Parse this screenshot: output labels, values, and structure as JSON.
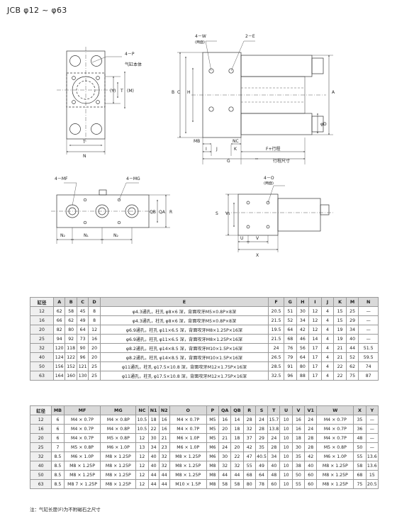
{
  "title": "JCB φ12 ~ φ63",
  "labels": {
    "port_count": "4－P",
    "port_note": "气缸本体",
    "w_label": "4－W",
    "w_note": "(两面)",
    "e_label": "2－E",
    "mf_label": "4－MF",
    "mg_label": "4－MG",
    "o_label": "4－O",
    "o_note": "(两面)",
    "stroke_plus": "F+行程",
    "stroke_len": "行程尺寸",
    "dims": [
      "A",
      "B",
      "C",
      "H",
      "T",
      "(Y)",
      "(M)",
      "N",
      "MB",
      "I",
      "J",
      "K",
      "NC",
      "G",
      "φD",
      "S",
      "V₁",
      "QA",
      "QB",
      "R",
      "N₂",
      "N₁",
      "U",
      "V",
      "X"
    ]
  },
  "table1": {
    "headers": [
      "缸径",
      "A",
      "B",
      "C",
      "D",
      "E",
      "F",
      "G",
      "H",
      "I",
      "J",
      "K",
      "M",
      "N"
    ],
    "rows": [
      [
        "12",
        "62",
        "58",
        "45",
        "8",
        "φ4.3通孔，柱孔 φ8×6 深，背面攻牙M5×0.8P×8深",
        "20.5",
        "51",
        "30",
        "12",
        "4",
        "15",
        "25",
        "—"
      ],
      [
        "16",
        "66",
        "62",
        "49",
        "8",
        "φ4.3通孔，柱孔 φ8×6 深，背面攻牙M5×0.8P×8深",
        "21.5",
        "52",
        "34",
        "12",
        "4",
        "15",
        "29",
        "—"
      ],
      [
        "20",
        "82",
        "80",
        "64",
        "12",
        "φ6.9通孔，柱孔 φ11×6.5 深，背面攻牙M8×1.25P×16深",
        "19.5",
        "64",
        "42",
        "12",
        "4",
        "19",
        "34",
        "—"
      ],
      [
        "25",
        "94",
        "92",
        "73",
        "16",
        "φ6.9通孔，柱孔 φ11×6.5 深，背面攻牙M8×1.25P×16深",
        "21.5",
        "68",
        "46",
        "14",
        "4",
        "19",
        "40",
        "—"
      ],
      [
        "32",
        "120",
        "118",
        "90",
        "20",
        "φ8.2通孔，柱孔 φ14×8.5 深，背面攻牙M10×1.5P×16深",
        "24",
        "76",
        "56",
        "17",
        "4",
        "21",
        "44",
        "51.5"
      ],
      [
        "40",
        "124",
        "122",
        "96",
        "20",
        "φ8.2通孔，柱孔 φ14×8.5 深，背面攻牙M10×1.5P×16深",
        "26.5",
        "79",
        "64",
        "17",
        "4",
        "21",
        "52",
        "59.5"
      ],
      [
        "50",
        "156",
        "152",
        "121",
        "25",
        "φ11通孔，柱孔 φ17.5×10.8 深，背面攻牙M12×1.75P×16深",
        "28.5",
        "91",
        "80",
        "17",
        "4",
        "22",
        "62",
        "74"
      ],
      [
        "63",
        "164",
        "160",
        "130",
        "25",
        "φ11通孔，柱孔 φ17.5×10.8 深，背面攻牙M12×1.75P×16深",
        "32.5",
        "96",
        "88",
        "17",
        "4",
        "22",
        "75",
        "87"
      ]
    ]
  },
  "table2": {
    "headers": [
      "缸径",
      "MB",
      "MF",
      "MG",
      "NC",
      "N1",
      "N2",
      "O",
      "P",
      "QA",
      "QB",
      "R",
      "S",
      "T",
      "U",
      "V",
      "V1",
      "W",
      "X",
      "Y"
    ],
    "rows": [
      [
        "12",
        "6",
        "M4 × 0.7P",
        "M4 × 0.8P",
        "10.5",
        "18",
        "16",
        "M4 × 0.7P",
        "M5",
        "16",
        "14",
        "28",
        "24",
        "15.7",
        "10",
        "16",
        "24",
        "M4 × 0.7P",
        "35",
        "—"
      ],
      [
        "16",
        "6",
        "M4 × 0.7P",
        "M4 × 0.8P",
        "10.5",
        "22",
        "16",
        "M4 × 0.7P",
        "M5",
        "20",
        "18",
        "32",
        "28",
        "13.8",
        "10",
        "16",
        "24",
        "M4 × 0.7P",
        "36",
        "—"
      ],
      [
        "20",
        "6",
        "M4 × 0.7P",
        "M5 × 0.8P",
        "12",
        "30",
        "21",
        "M6 × 1.0P",
        "M5",
        "21",
        "18",
        "37",
        "29",
        "24",
        "10",
        "18",
        "28",
        "M4 × 0.7P",
        "48",
        "—"
      ],
      [
        "25",
        "7",
        "M5 × 0.8P",
        "M6 × 1.0P",
        "13",
        "34",
        "23",
        "M6 × 1.0P",
        "M6",
        "24",
        "20",
        "42",
        "35",
        "28",
        "10",
        "30",
        "28",
        "M5 × 0.8P",
        "50",
        "—"
      ],
      [
        "32",
        "8.5",
        "M6 × 1.0P",
        "M8 × 1.25P",
        "12",
        "40",
        "32",
        "M8 × 1.25P",
        "M6",
        "30",
        "22",
        "47",
        "40.5",
        "34",
        "10",
        "35",
        "42",
        "M6 × 1.0P",
        "55",
        "13.6"
      ],
      [
        "40",
        "8.5",
        "M8 × 1.25P",
        "M8 × 1.25P",
        "12",
        "40",
        "32",
        "M8 × 1.25P",
        "M8",
        "32",
        "32",
        "55",
        "49",
        "40",
        "10",
        "38",
        "40",
        "M8 × 1.25P",
        "58",
        "13.6"
      ],
      [
        "50",
        "8.5",
        "M8 × 1.25P",
        "M8 × 1.25P",
        "12",
        "44",
        "44",
        "M8 × 1.25P",
        "M8",
        "44",
        "44",
        "68",
        "64",
        "48",
        "10",
        "50",
        "60",
        "M8 × 1.25P",
        "68",
        "15"
      ],
      [
        "63",
        "8.5",
        "M8 7 × 1.25P",
        "M8 × 1.25P",
        "12",
        "44",
        "44",
        "M10 × 1.5P",
        "M8",
        "58",
        "58",
        "80",
        "78",
        "60",
        "10",
        "55",
        "60",
        "M8 × 1.25P",
        "75",
        "20.5"
      ]
    ]
  },
  "note": "注：气缸长度(F)为不附磁石之尺寸"
}
